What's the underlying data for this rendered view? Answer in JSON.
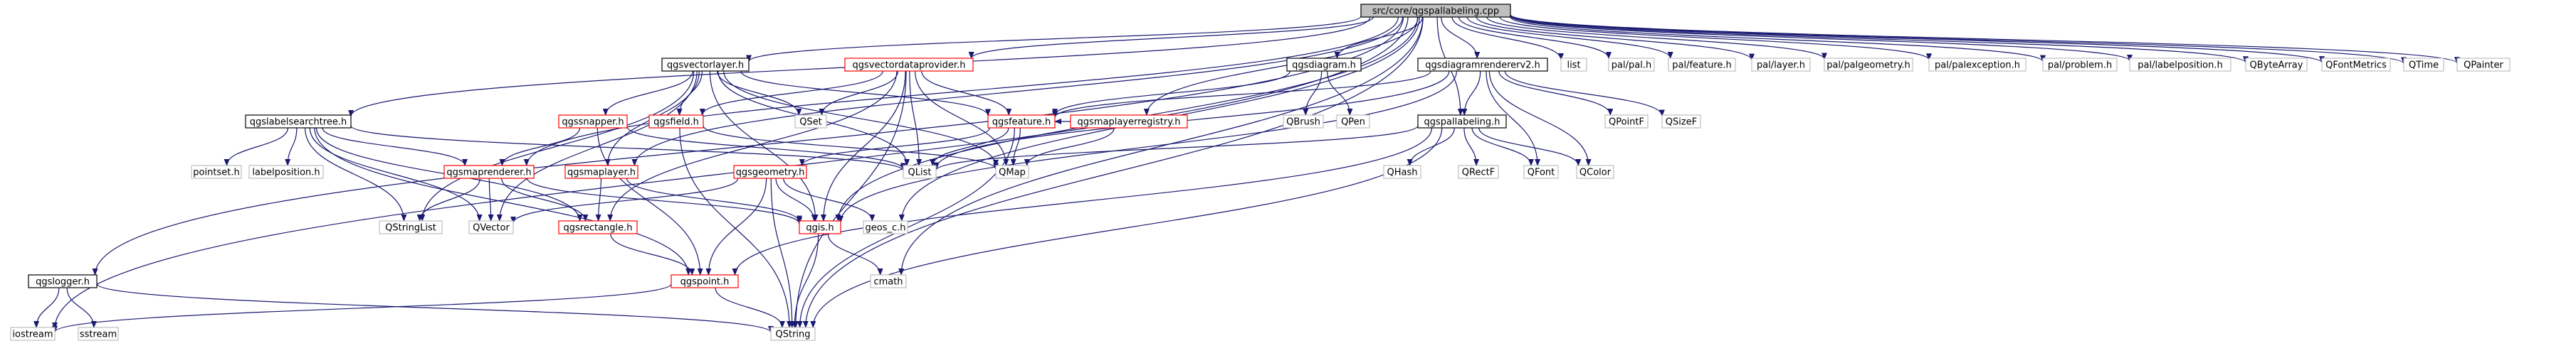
{
  "nodes": [
    {
      "id": "root",
      "label": "src/core/qgspallabeling.cpp",
      "style": "root"
    },
    {
      "id": "vectorlayer",
      "label": "qgsvectorlayer.h",
      "style": "black"
    },
    {
      "id": "vdp",
      "label": "qgsvectordataprovider.h",
      "style": "red"
    },
    {
      "id": "diagram",
      "label": "qgsdiagram.h",
      "style": "black"
    },
    {
      "id": "dr2",
      "label": "qgsdiagramrendererv2.h",
      "style": "black"
    },
    {
      "id": "list",
      "label": "list",
      "style": "gray"
    },
    {
      "id": "palh",
      "label": "pal/pal.h",
      "style": "gray"
    },
    {
      "id": "featureh",
      "label": "pal/feature.h",
      "style": "gray"
    },
    {
      "id": "layerh",
      "label": "pal/layer.h",
      "style": "gray"
    },
    {
      "id": "palgeom",
      "label": "pal/palgeometry.h",
      "style": "gray"
    },
    {
      "id": "palexc",
      "label": "pal/palexception.h",
      "style": "gray"
    },
    {
      "id": "problem",
      "label": "pal/problem.h",
      "style": "gray"
    },
    {
      "id": "labelpos",
      "label": "pal/labelposition.h",
      "style": "gray"
    },
    {
      "id": "qbytearray",
      "label": "QByteArray",
      "style": "gray"
    },
    {
      "id": "qfontmetrics",
      "label": "QFontMetrics",
      "style": "gray"
    },
    {
      "id": "qtime",
      "label": "QTime",
      "style": "gray"
    },
    {
      "id": "qpainter",
      "label": "QPainter",
      "style": "gray"
    },
    {
      "id": "labeltree",
      "label": "qgslabelsearchtree.h",
      "style": "black"
    },
    {
      "id": "snapper",
      "label": "qgssnapper.h",
      "style": "red"
    },
    {
      "id": "field",
      "label": "qgsfield.h",
      "style": "red"
    },
    {
      "id": "qset",
      "label": "QSet",
      "style": "gray"
    },
    {
      "id": "feature",
      "label": "qgsfeature.h",
      "style": "red"
    },
    {
      "id": "maplayerreg",
      "label": "qgsmaplayerregistry.h",
      "style": "red"
    },
    {
      "id": "qbrush",
      "label": "QBrush",
      "style": "gray"
    },
    {
      "id": "qpen",
      "label": "QPen",
      "style": "gray"
    },
    {
      "id": "qpointf",
      "label": "QPointF",
      "style": "gray"
    },
    {
      "id": "qsizef",
      "label": "QSizeF",
      "style": "gray"
    },
    {
      "id": "pallabeling",
      "label": "qgspallabeling.h",
      "style": "black"
    },
    {
      "id": "pointset",
      "label": "pointset.h",
      "style": "gray"
    },
    {
      "id": "labelposition",
      "label": "labelposition.h",
      "style": "gray"
    },
    {
      "id": "maprenderer",
      "label": "qgsmaprenderer.h",
      "style": "red"
    },
    {
      "id": "maplayer",
      "label": "qgsmaplayer.h",
      "style": "red"
    },
    {
      "id": "geometry",
      "label": "qgsgeometry.h",
      "style": "red"
    },
    {
      "id": "qlist",
      "label": "QList",
      "style": "gray"
    },
    {
      "id": "qmap",
      "label": "QMap",
      "style": "gray"
    },
    {
      "id": "qhash",
      "label": "QHash",
      "style": "gray"
    },
    {
      "id": "qrectf",
      "label": "QRectF",
      "style": "gray"
    },
    {
      "id": "qfont",
      "label": "QFont",
      "style": "gray"
    },
    {
      "id": "qcolor",
      "label": "QColor",
      "style": "gray"
    },
    {
      "id": "qstringlist",
      "label": "QStringList",
      "style": "gray"
    },
    {
      "id": "qvector",
      "label": "QVector",
      "style": "gray"
    },
    {
      "id": "rectangle",
      "label": "qgsrectangle.h",
      "style": "red"
    },
    {
      "id": "qgis",
      "label": "qgis.h",
      "style": "red"
    },
    {
      "id": "geos",
      "label": "geos_c.h",
      "style": "gray"
    },
    {
      "id": "cmath",
      "label": "cmath",
      "style": "gray"
    },
    {
      "id": "logger",
      "label": "qgslogger.h",
      "style": "black"
    },
    {
      "id": "point",
      "label": "qgspoint.h",
      "style": "red"
    },
    {
      "id": "iostream",
      "label": "iostream",
      "style": "gray"
    },
    {
      "id": "sstream",
      "label": "sstream",
      "style": "gray"
    },
    {
      "id": "qstring",
      "label": "QString",
      "style": "gray"
    }
  ],
  "edges": [
    [
      "root",
      "vectorlayer"
    ],
    [
      "root",
      "vdp"
    ],
    [
      "root",
      "diagram"
    ],
    [
      "root",
      "dr2"
    ],
    [
      "root",
      "list"
    ],
    [
      "root",
      "palh"
    ],
    [
      "root",
      "featureh"
    ],
    [
      "root",
      "layerh"
    ],
    [
      "root",
      "palgeom"
    ],
    [
      "root",
      "palexc"
    ],
    [
      "root",
      "problem"
    ],
    [
      "root",
      "labelpos"
    ],
    [
      "root",
      "qbytearray"
    ],
    [
      "root",
      "qfontmetrics"
    ],
    [
      "root",
      "qtime"
    ],
    [
      "root",
      "qpainter"
    ],
    [
      "root",
      "labeltree"
    ],
    [
      "root",
      "pallabeling"
    ],
    [
      "root",
      "maplayerreg"
    ],
    [
      "root",
      "maprenderer"
    ],
    [
      "root",
      "qgis"
    ],
    [
      "root",
      "logger"
    ],
    [
      "root",
      "iostream"
    ],
    [
      "root",
      "qstring"
    ],
    [
      "root",
      "cmath"
    ],
    [
      "root",
      "geos"
    ],
    [
      "root",
      "maplayer"
    ],
    [
      "vectorlayer",
      "snapper"
    ],
    [
      "vectorlayer",
      "field"
    ],
    [
      "vectorlayer",
      "qset"
    ],
    [
      "vectorlayer",
      "feature"
    ],
    [
      "vectorlayer",
      "qlist"
    ],
    [
      "vectorlayer",
      "qmap"
    ],
    [
      "vectorlayer",
      "maplayer"
    ],
    [
      "vectorlayer",
      "qstringlist"
    ],
    [
      "vectorlayer",
      "qvector"
    ],
    [
      "vectorlayer",
      "qgis"
    ],
    [
      "vdp",
      "field"
    ],
    [
      "vdp",
      "qset"
    ],
    [
      "vdp",
      "feature"
    ],
    [
      "vdp",
      "qlist"
    ],
    [
      "vdp",
      "qmap"
    ],
    [
      "vdp",
      "qgis"
    ],
    [
      "vdp",
      "rectangle"
    ],
    [
      "vdp",
      "qstring"
    ],
    [
      "diagram",
      "feature"
    ],
    [
      "diagram",
      "qbrush"
    ],
    [
      "diagram",
      "qpen"
    ],
    [
      "dr2",
      "feature"
    ],
    [
      "dr2",
      "qpointf"
    ],
    [
      "dr2",
      "qsizef"
    ],
    [
      "dr2",
      "pallabeling"
    ],
    [
      "dr2",
      "qlist"
    ],
    [
      "dr2",
      "qfont"
    ],
    [
      "dr2",
      "qcolor"
    ],
    [
      "dr2",
      "qgis"
    ],
    [
      "labeltree",
      "pointset"
    ],
    [
      "labeltree",
      "labelposition"
    ],
    [
      "labeltree",
      "maprenderer"
    ],
    [
      "labeltree",
      "qlist"
    ],
    [
      "labeltree",
      "qvector"
    ],
    [
      "labeltree",
      "rectangle"
    ],
    [
      "labeltree",
      "point"
    ],
    [
      "labeltree",
      "qstringlist"
    ],
    [
      "snapper",
      "point"
    ],
    [
      "snapper",
      "qlist"
    ],
    [
      "snapper",
      "maprenderer"
    ],
    [
      "field",
      "qstring"
    ],
    [
      "field",
      "qmap"
    ],
    [
      "feature",
      "qlist"
    ],
    [
      "feature",
      "qmap"
    ],
    [
      "feature",
      "qstring"
    ],
    [
      "feature",
      "geometry"
    ],
    [
      "maplayerreg",
      "qmap"
    ],
    [
      "maplayerreg",
      "feature"
    ],
    [
      "pallabeling",
      "qlist"
    ],
    [
      "pallabeling",
      "qhash"
    ],
    [
      "pallabeling",
      "qrectf"
    ],
    [
      "pallabeling",
      "qfont"
    ],
    [
      "pallabeling",
      "qcolor"
    ],
    [
      "pallabeling",
      "point"
    ],
    [
      "pallabeling",
      "qstring"
    ],
    [
      "maprenderer",
      "qstringlist"
    ],
    [
      "maprenderer",
      "qvector"
    ],
    [
      "maprenderer",
      "rectangle"
    ],
    [
      "maprenderer",
      "qgis"
    ],
    [
      "maplayer",
      "rectangle"
    ],
    [
      "maplayer",
      "qgis"
    ],
    [
      "geometry",
      "qvector"
    ],
    [
      "geometry",
      "qgis"
    ],
    [
      "geometry",
      "geos"
    ],
    [
      "geometry",
      "point"
    ],
    [
      "geometry",
      "qstring"
    ],
    [
      "rectangle",
      "point"
    ],
    [
      "qgis",
      "cmath"
    ],
    [
      "qgis",
      "qstring"
    ],
    [
      "point",
      "qstring"
    ],
    [
      "point",
      "iostream"
    ],
    [
      "logger",
      "iostream"
    ],
    [
      "logger",
      "sstream"
    ],
    [
      "logger",
      "qstring"
    ]
  ]
}
